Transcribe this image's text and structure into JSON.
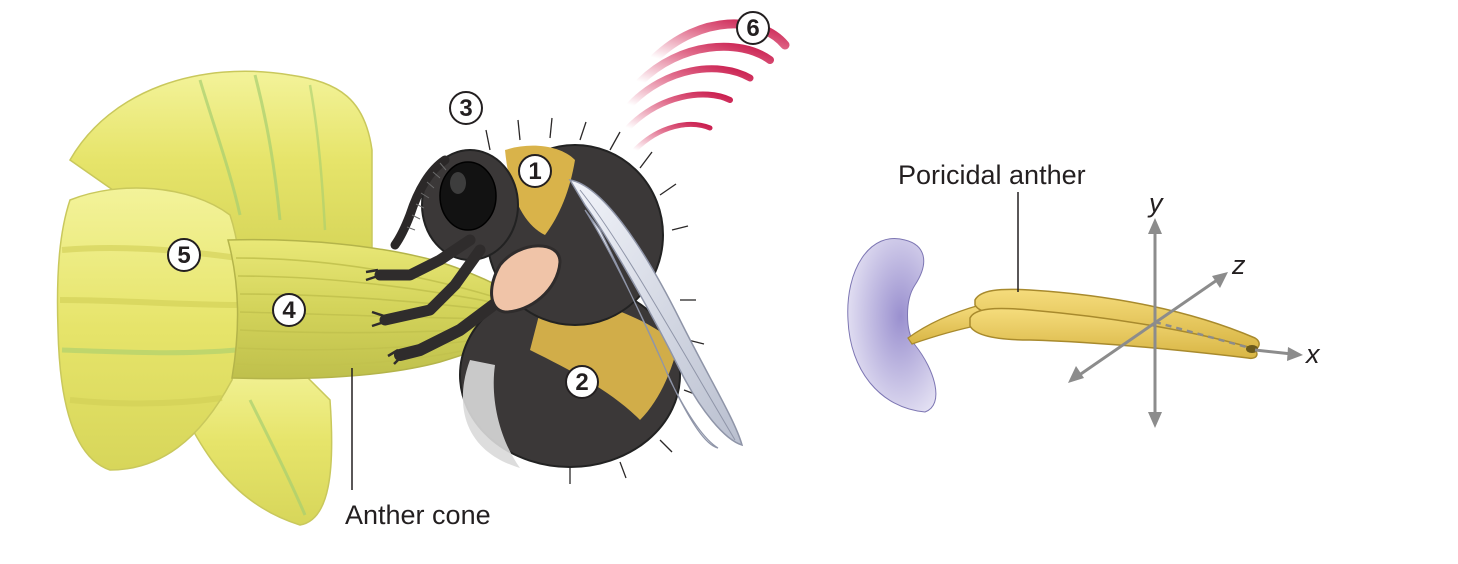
{
  "labels": {
    "anther_cone": "Anther cone",
    "poricidal_anther": "Poricidal anther"
  },
  "markers": [
    "1",
    "2",
    "3",
    "4",
    "5",
    "6"
  ],
  "axes": {
    "x": "x",
    "y": "y",
    "z": "z"
  },
  "colors": {
    "petal": "#ecec7a",
    "petal_vein": "#8cc864",
    "anther": "#e8c75a",
    "bee_body": "#3b3838",
    "bee_stripe": "#d9b34a",
    "vibration": "#c8184a",
    "stigma": "#b4addb",
    "axis_arrow": "#8c8c8c"
  }
}
